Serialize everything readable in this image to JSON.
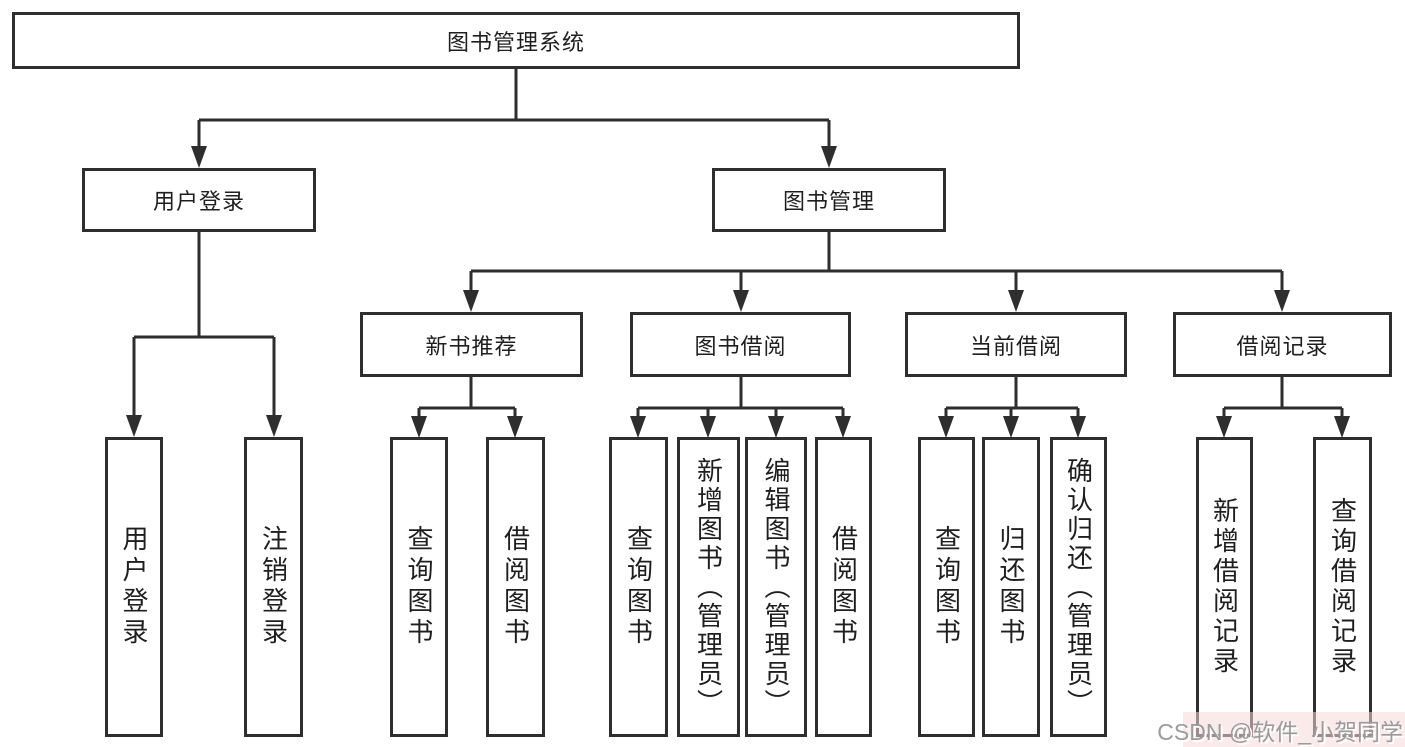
{
  "diagram": {
    "type": "hierarchy-tree",
    "line_color": "#2e2e2e",
    "text_color": "#1f1f1f",
    "background_color": "#ffffff",
    "nodes": {
      "root": "图书管理系统",
      "user_login": "用户登录",
      "book_mgmt": "图书管理",
      "new_book_rec": "新书推荐",
      "book_borrow": "图书借阅",
      "current_borrow": "当前借阅",
      "borrow_records": "借阅记录",
      "leaf_user_login": "用户登录",
      "leaf_logout": "注销登录",
      "leaf_query_book_1": "查询图书",
      "leaf_borrow_book_1": "借阅图书",
      "leaf_query_book_2": "查询图书",
      "leaf_add_book": "新增图书（管理员）",
      "leaf_edit_book": "编辑图书（管理员）",
      "leaf_borrow_book_2": "借阅图书",
      "leaf_query_book_3": "查询图书",
      "leaf_return_book": "归还图书",
      "leaf_confirm_return": "确认归还（管理员）",
      "leaf_add_borrow_record": "新增借阅记录",
      "leaf_query_borrow_record": "查询借阅记录"
    },
    "hierarchy": {
      "图书管理系统": {
        "用户登录": [
          "用户登录",
          "注销登录"
        ],
        "图书管理": {
          "新书推荐": [
            "查询图书",
            "借阅图书"
          ],
          "图书借阅": [
            "查询图书",
            "新增图书（管理员）",
            "编辑图书（管理员）",
            "借阅图书"
          ],
          "当前借阅": [
            "查询图书",
            "归还图书",
            "确认归还（管理员）"
          ],
          "借阅记录": [
            "新增借阅记录",
            "查询借阅记录"
          ]
        }
      }
    }
  },
  "watermark": {
    "text": "CSDN @软件_小贺同学",
    "text_color": "#9b9b9b",
    "bg_color": "#f7d9d9"
  }
}
